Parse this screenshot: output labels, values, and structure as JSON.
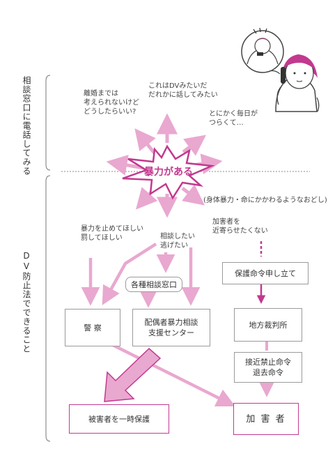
{
  "side_labels": {
    "top": "相談窓口に電話してみる",
    "bottom": "DV防止法でできること"
  },
  "center": {
    "label": "暴力がある"
  },
  "thoughts": {
    "divorce": [
      "離婚までは",
      "考えられないけど",
      "どうしたらいい?"
    ],
    "dv": [
      "これはDVみたいだ",
      "だれかに話してみたい"
    ],
    "tired": [
      "とにかく毎日が",
      "つらくて…"
    ]
  },
  "violence_note": "(身体暴力・命にかかわるようなおどし)",
  "wishes": {
    "stop": [
      "暴力を止めてほしい",
      "罰してほしい"
    ],
    "consult": [
      "相談したい",
      "逃げたい"
    ],
    "keep_away": [
      "加害者を",
      "近寄らせたくない"
    ]
  },
  "boxes": {
    "police": "警 察",
    "various_counters": "各種相談窓口",
    "spousal_center": [
      "配偶者暴力相談",
      "支援センター"
    ],
    "protection_order_petition": "保護命令申し立て",
    "district_court": "地方裁判所",
    "orders": [
      "接近禁止命令",
      "退去命令"
    ],
    "temporary_protection": "被害者を一時保護",
    "perpetrator": "加 害 者"
  },
  "colors": {
    "accent": "#c2398f",
    "accent_light": "#e9a8cf",
    "text": "#333333",
    "border": "#9a9a9a"
  }
}
